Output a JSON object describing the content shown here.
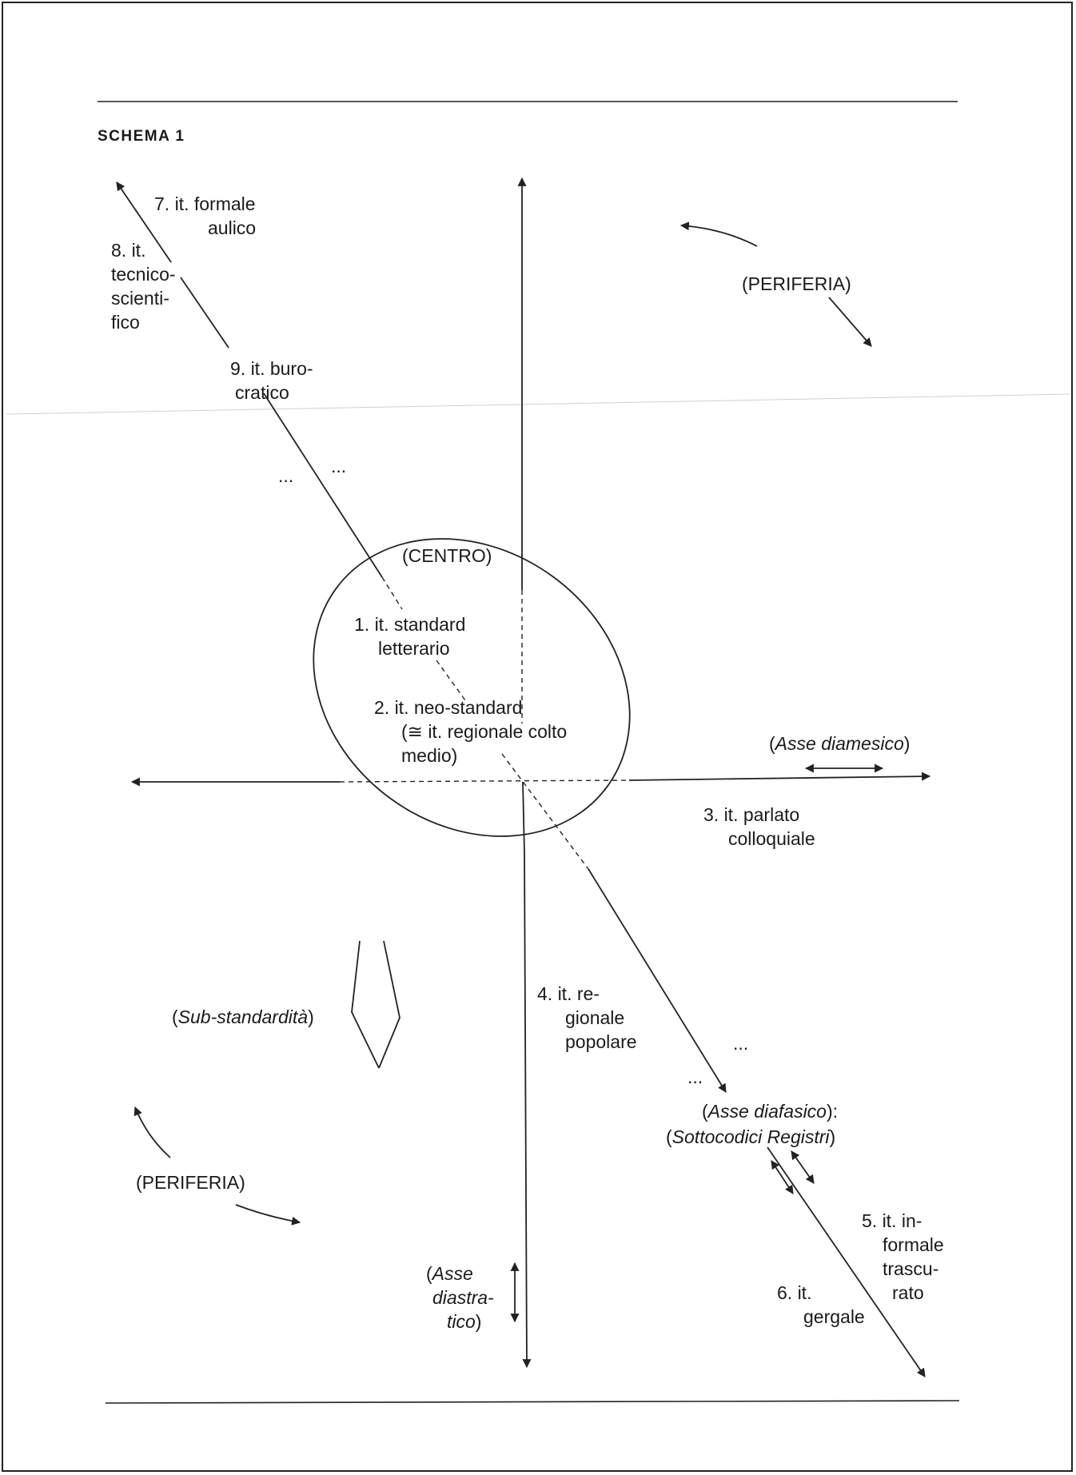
{
  "title": "SCHEMA 1",
  "labels": {
    "formale": [
      "7. it. formale",
      "aulico"
    ],
    "tecnico": [
      "8. it.",
      "tecnico-",
      "scienti-",
      "fico"
    ],
    "burocratico": [
      "9. it. buro-",
      "cratico"
    ],
    "dots": "...",
    "centro": "(CENTRO)",
    "standard": [
      "1. it. standard",
      "letterario"
    ],
    "neostandard": [
      "2. it. neo-standard",
      "(≅ it. regionale colto",
      "medio)"
    ],
    "parlato": [
      "3. it. parlato",
      "colloquiale"
    ],
    "regionale": [
      "4. it. re-",
      "gionale",
      "popolare"
    ],
    "informale": [
      "5. it. in-",
      "formale",
      "trascu-",
      "rato"
    ],
    "gergale": [
      "6. it.",
      "gergale"
    ],
    "periferia": "(PERIFERIA)",
    "asse_diamesico": "Asse diamesico",
    "asse_diafasico": "Asse diafasico",
    "sottocodici": "Sottocodici Registri",
    "asse_diastratico": [
      "Asse",
      "diastra-",
      "tico"
    ],
    "sub_standardita": "Sub-standardità"
  }
}
